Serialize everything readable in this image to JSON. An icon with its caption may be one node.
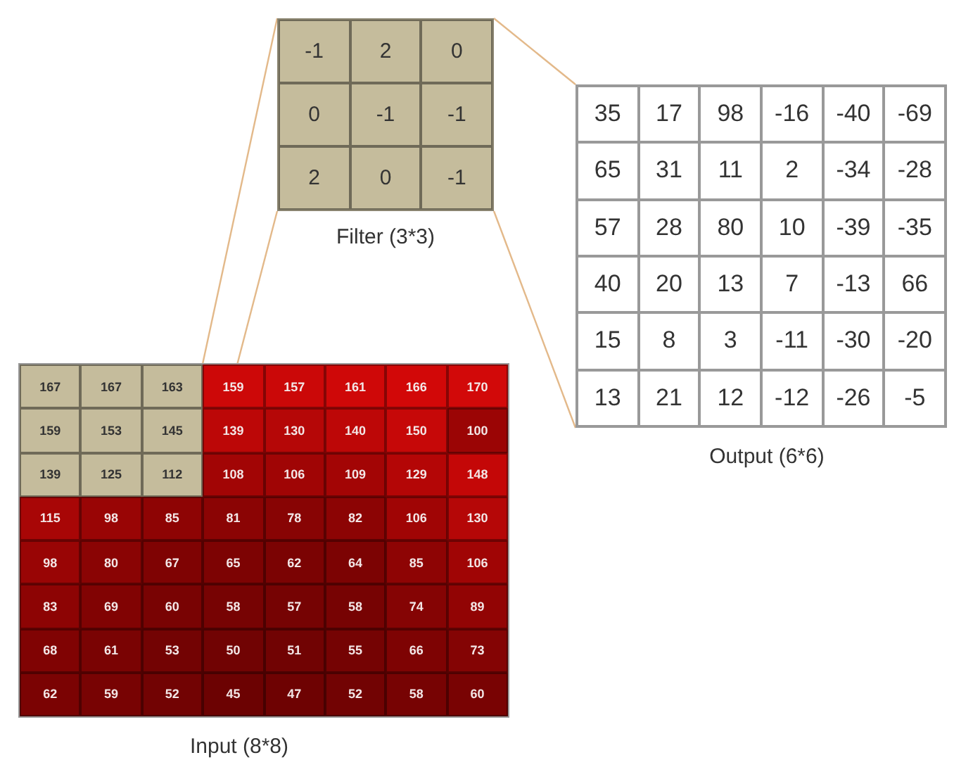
{
  "diagram": {
    "nodes": [
      {
        "text": [
          "159",
          "157",
          "161",
          "166",
          "170",
          "139",
          "130",
          "140",
          "150",
          "100",
          "108",
          "106",
          "109",
          "129",
          "148",
          "115",
          "98",
          "85",
          "81",
          "78",
          "82",
          "106",
          "130",
          "98",
          "80",
          "67",
          "65",
          "62",
          "64",
          "85",
          "106",
          "83",
          "69",
          "60",
          "58",
          "57",
          "58",
          "74",
          "89",
          "68",
          "61",
          "53",
          "50",
          "51",
          "55",
          "66",
          "73",
          "62",
          "59",
          "52",
          "45",
          "47",
          "52",
          "58",
          "60"
        ],
        "beside": [
          "Input (8*8)"
        ]
      },
      {
        "text": [
          "167",
          "167",
          "163",
          "159",
          "153",
          "145",
          "139",
          "125",
          "112"
        ],
        "in": 0
      },
      {
        "text": [
          "-1",
          "2",
          "0",
          "0",
          "-1",
          "-1",
          "2",
          "0",
          "-1"
        ],
        "beside": [
          "Filter (3*3)"
        ]
      },
      {
        "text": [
          "35",
          "17",
          "98",
          "-16",
          "-40",
          "-69",
          "65",
          "31",
          "11",
          "2",
          "-34",
          "-28",
          "57",
          "28",
          "80",
          "10",
          "-39",
          "-35",
          "40",
          "20",
          "13",
          "7",
          "-13",
          "66",
          "15",
          "8",
          "3",
          "-11",
          "-30",
          "-20",
          "13",
          "21",
          "12",
          "-12",
          "-26",
          "-5"
        ],
        "beside": [
          "Output (6*6)"
        ]
      }
    ],
    "edges": [
      {
        "from": 1,
        "to": 2,
        "arrow": "none",
        "color": "#e3b98a"
      },
      {
        "from": 1,
        "to": 2,
        "arrow": "none",
        "color": "#e3b98a"
      },
      {
        "from": 2,
        "to": 3,
        "arrow": "none",
        "color": "#e3b98a"
      },
      {
        "from": 2,
        "to": 3,
        "arrow": "none",
        "color": "#e3b98a"
      }
    ]
  }
}
